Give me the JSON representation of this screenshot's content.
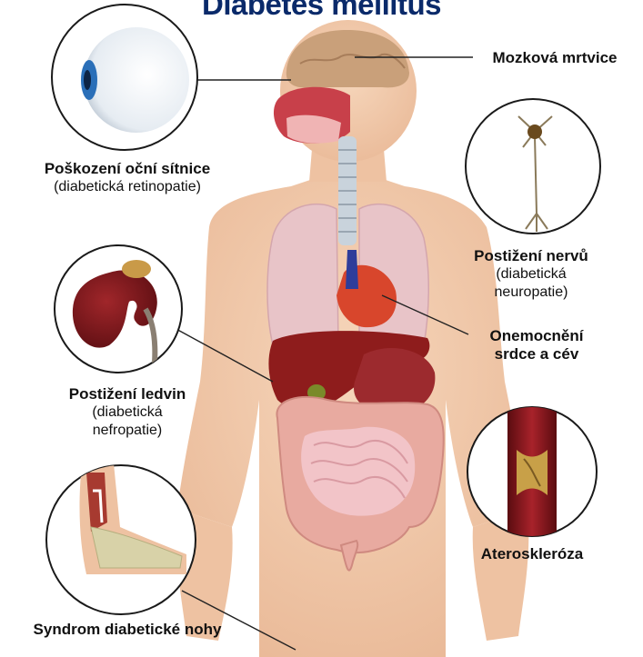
{
  "title": "Diabetes mellitus",
  "labels": {
    "stroke": "Mozková mrtvice",
    "retina_title": "Poškození oční sítnice",
    "retina_sub": "(diabetická retinopatie)",
    "nerves_title": "Postižení nervů",
    "nerves_sub1": "(diabetická",
    "nerves_sub2": "neuropatie)",
    "heart_line1": "Onemocnění",
    "heart_line2": "srdce a cév",
    "kidney_title": "Postižení ledvin",
    "kidney_sub1": "(diabetická",
    "kidney_sub2": "nefropatie)",
    "athero": "Ateroskleróza",
    "foot": "Syndrom diabetické nohy"
  },
  "icons": [
    "eye-icon",
    "neuron-icon",
    "kidney-icon",
    "artery-plaque-icon",
    "foot-icon"
  ],
  "colors": {
    "title": "#0a2a6a",
    "skin": "#f2c9a8",
    "organ_red": "#8e1c1c",
    "lung": "#e8c4c8",
    "intestine": "#e8aaa0"
  }
}
